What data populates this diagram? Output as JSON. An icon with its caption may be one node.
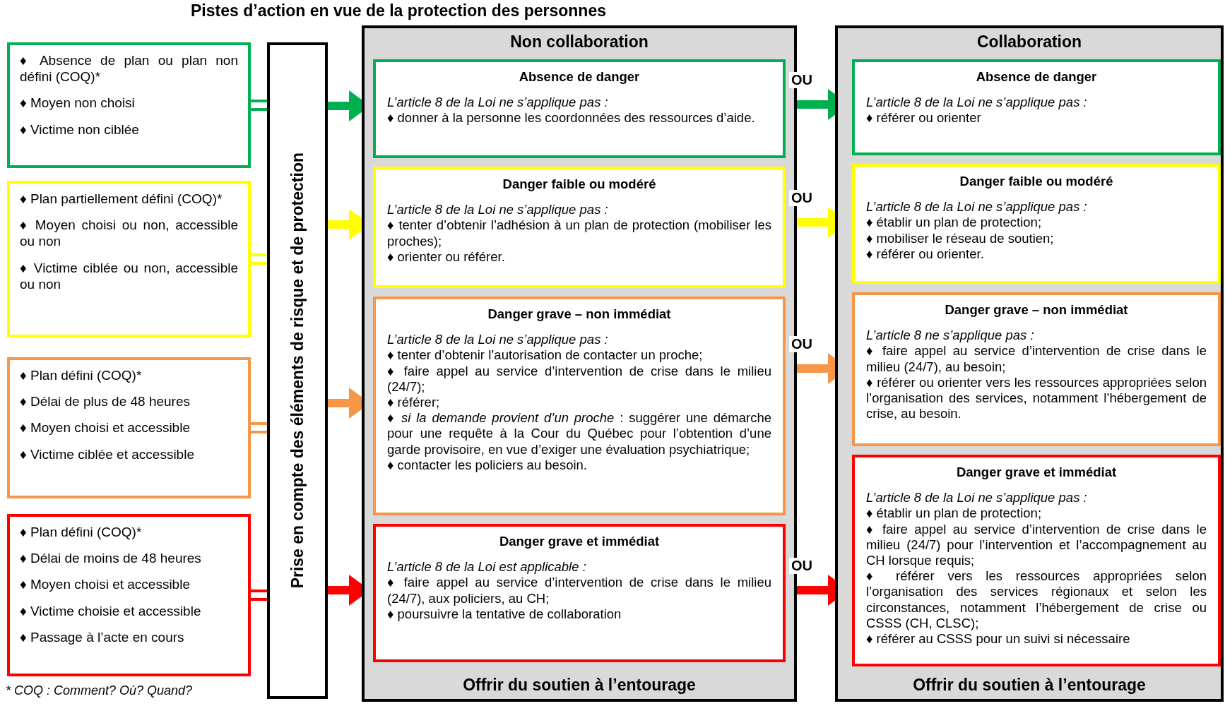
{
  "diagram": {
    "title": "Pistes d’action en vue de la protection des personnes",
    "nodes": [
      {
        "text": [
          "♦ Absence de plan ou plan non défini (COQ)*",
          "♦ Moyen non choisi",
          "♦ Victime non ciblée"
        ]
      },
      {
        "text": [
          "♦ Plan partiellement défini (COQ)*",
          "♦ Moyen choisi ou non, accessible ou non",
          "♦ Victime ciblée ou non, accessible ou non"
        ]
      },
      {
        "text": [
          "♦ Plan défini (COQ)*",
          "♦ Délai de plus de 48 heures",
          "♦ Moyen choisi et accessible",
          "♦ Victime ciblée et accessible"
        ]
      },
      {
        "text": [
          "♦ Plan défini (COQ)*",
          "♦ Délai de moins de 48 heures",
          "♦ Moyen choisi et accessible",
          "♦ Victime choisie et accessible",
          "♦ Passage à l’acte en cours"
        ]
      },
      {
        "text": [
          "Prise en compte des éléments de risque et de protection"
        ]
      },
      {
        "text": [
          "Non collaboration",
          "Offrir du soutien à l’entourage"
        ]
      },
      {
        "text": [
          "Absence de danger",
          "L’article 8 de la Loi ne s’applique pas :",
          "♦ donner à la personne les coordonnées des ressources d’aide."
        ],
        "in": 5
      },
      {
        "text": [
          "Danger faible ou modéré",
          "L’article 8 de la Loi ne s’applique pas :",
          "♦ tenter d’obtenir l’adhésion à un plan de protection (mobiliser les proches);",
          "♦ orienter ou référer."
        ],
        "in": 5
      },
      {
        "text": [
          "Danger grave – non immédiat",
          "L’article 8 de la Loi ne s’applique pas :",
          "♦ tenter d’obtenir l’autorisation de contacter un proche;",
          "♦ faire appel au service d’intervention de crise dans le milieu (24/7);",
          "♦ référer;",
          "♦ *si la demande provient d’un proche* : suggérer une démarche pour une requête à la Cour du Québec pour l’obtention d’une garde provisoire, en vue d’exiger une évaluation psychiatrique;",
          "♦ contacter les policiers au besoin."
        ],
        "in": 5
      },
      {
        "text": [
          "Danger grave et immédiat",
          "L’article 8 de la Loi est applicable :",
          "♦ faire appel au service d’intervention de crise dans le milieu (24/7), aux policiers, au CH;",
          "♦ poursuivre la tentative de collaboration"
        ],
        "in": 5
      },
      {
        "text": [
          "Collaboration",
          "Offrir du soutien à l’entourage"
        ]
      },
      {
        "text": [
          "Absence de danger",
          "L’article 8 de la Loi ne s’applique pas :",
          "♦ référer ou orienter"
        ],
        "in": 10
      },
      {
        "text": [
          "Danger faible ou modéré",
          "L’article 8 de la Loi ne s’applique pas :",
          "♦ établir un plan de protection;",
          "♦ mobiliser le réseau de soutien;",
          "♦ référer ou orienter."
        ],
        "in": 10
      },
      {
        "text": [
          "Danger grave – non immédiat",
          "L’article 8 ne s’applique pas :",
          "♦ faire appel au service d’intervention de crise dans le milieu (24/7), au besoin;",
          "♦ référer ou orienter vers les ressources appropriées selon l’organisation des services, notamment l’hébergement de crise, au besoin."
        ],
        "in": 10
      },
      {
        "text": [
          "Danger grave et immédiat",
          "L’article 8 de la Loi ne s’applique pas :",
          "♦ établir un plan de protection;",
          "♦ faire appel au service d’intervention de crise dans le milieu (24/7) pour l’intervention et l’accompagnement au CH lorsque requis;",
          "♦ référer vers les ressources appropriées selon l’organisation des services régionaux et selon les circonstances, notamment l’hébergement de crise ou CSSS (CH, CLSC);",
          "♦ référer au CSSS pour un suivi si nécessaire"
        ],
        "in": 10
      }
    ],
    "edges": [
      {
        "from": 0,
        "to": 4,
        "arrow": "none",
        "color": "#00b050"
      },
      {
        "from": 1,
        "to": 4,
        "arrow": "none",
        "color": "#ffff00"
      },
      {
        "from": 2,
        "to": 4,
        "arrow": "none",
        "color": "#f79646"
      },
      {
        "from": 3,
        "to": 4,
        "arrow": "none",
        "color": "#ff0000"
      },
      {
        "from": 4,
        "to": 6,
        "arrow": "to",
        "color": "#00b050"
      },
      {
        "from": 4,
        "to": 7,
        "arrow": "to",
        "color": "#ffff00"
      },
      {
        "from": 4,
        "to": 8,
        "arrow": "to",
        "color": "#f79646"
      },
      {
        "from": 4,
        "to": 9,
        "arrow": "to",
        "color": "#ff0000"
      },
      {
        "from": 6,
        "to": 11,
        "arrow": "to",
        "label": "OU",
        "color": "#00b050"
      },
      {
        "from": 7,
        "to": 12,
        "arrow": "to",
        "label": "OU",
        "color": "#ffff00"
      },
      {
        "from": 8,
        "to": 13,
        "arrow": "to",
        "label": "OU",
        "color": "#f79646"
      },
      {
        "from": 9,
        "to": 14,
        "arrow": "to",
        "label": "OU",
        "color": "#ff0000"
      }
    ],
    "labels": [
      "* COQ : Comment? Où? Quand?"
    ]
  }
}
